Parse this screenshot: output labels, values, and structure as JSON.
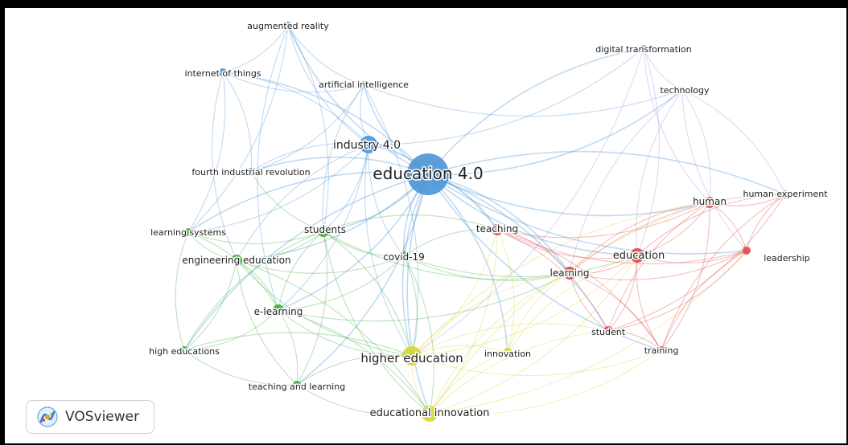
{
  "app": {
    "logo_text": "VOSviewer"
  },
  "network": {
    "nodes": [
      {
        "id": "education40",
        "label": "education 4.0",
        "cluster": "blue",
        "weight": 10
      },
      {
        "id": "industry40",
        "label": "industry 4.0",
        "cluster": "blue",
        "weight": 5
      },
      {
        "id": "ar",
        "label": "augmented reality",
        "cluster": "blue",
        "weight": 2
      },
      {
        "id": "iot",
        "label": "internet of things",
        "cluster": "blue",
        "weight": 2
      },
      {
        "id": "ai",
        "label": "artificial intelligence",
        "cluster": "blue",
        "weight": 2
      },
      {
        "id": "fir",
        "label": "fourth industrial revolution",
        "cluster": "blue",
        "weight": 2
      },
      {
        "id": "digtrans",
        "label": "digital transformation",
        "cluster": "purple",
        "weight": 1.5
      },
      {
        "id": "technology",
        "label": "technology",
        "cluster": "purple",
        "weight": 1.5
      },
      {
        "id": "students",
        "label": "students",
        "cluster": "green",
        "weight": 3
      },
      {
        "id": "lsys",
        "label": "learning systems",
        "cluster": "green",
        "weight": 2
      },
      {
        "id": "engedu",
        "label": "engineering education",
        "cluster": "green",
        "weight": 3
      },
      {
        "id": "covid",
        "label": "covid-19",
        "cluster": "green",
        "weight": 2.5
      },
      {
        "id": "elearning",
        "label": "e-learning",
        "cluster": "green",
        "weight": 3
      },
      {
        "id": "higheds",
        "label": "high educations",
        "cluster": "green",
        "weight": 2
      },
      {
        "id": "tandl",
        "label": "teaching and learning",
        "cluster": "green",
        "weight": 2
      },
      {
        "id": "higher",
        "label": "higher education",
        "cluster": "yellow",
        "weight": 5
      },
      {
        "id": "innovation",
        "label": "innovation",
        "cluster": "yellow",
        "weight": 2.5
      },
      {
        "id": "eduinno",
        "label": "educational innovation",
        "cluster": "yellow",
        "weight": 4
      },
      {
        "id": "teaching",
        "label": "teaching",
        "cluster": "red",
        "weight": 3
      },
      {
        "id": "education",
        "label": "education",
        "cluster": "red",
        "weight": 4
      },
      {
        "id": "learning",
        "label": "learning",
        "cluster": "red",
        "weight": 3.5
      },
      {
        "id": "human",
        "label": "human",
        "cluster": "red",
        "weight": 3
      },
      {
        "id": "humanexp",
        "label": "human experiment",
        "cluster": "red",
        "weight": 2
      },
      {
        "id": "leadership",
        "label": "leadership",
        "cluster": "red",
        "weight": 2
      },
      {
        "id": "student",
        "label": "student",
        "cluster": "red",
        "weight": 2.5
      },
      {
        "id": "training",
        "label": "training",
        "cluster": "red",
        "weight": 2
      }
    ],
    "links": [
      [
        "education40",
        "industry40"
      ],
      [
        "education40",
        "ar"
      ],
      [
        "education40",
        "iot"
      ],
      [
        "education40",
        "ai"
      ],
      [
        "education40",
        "fir"
      ],
      [
        "education40",
        "digtrans"
      ],
      [
        "education40",
        "technology"
      ],
      [
        "education40",
        "students"
      ],
      [
        "education40",
        "lsys"
      ],
      [
        "education40",
        "engedu"
      ],
      [
        "education40",
        "covid"
      ],
      [
        "education40",
        "elearning"
      ],
      [
        "education40",
        "higheds"
      ],
      [
        "education40",
        "tandl"
      ],
      [
        "education40",
        "higher"
      ],
      [
        "education40",
        "innovation"
      ],
      [
        "education40",
        "eduinno"
      ],
      [
        "education40",
        "teaching"
      ],
      [
        "education40",
        "education"
      ],
      [
        "education40",
        "learning"
      ],
      [
        "education40",
        "human"
      ],
      [
        "education40",
        "humanexp"
      ],
      [
        "education40",
        "leadership"
      ],
      [
        "education40",
        "student"
      ],
      [
        "education40",
        "training"
      ],
      [
        "industry40",
        "ar"
      ],
      [
        "industry40",
        "iot"
      ],
      [
        "industry40",
        "ai"
      ],
      [
        "industry40",
        "fir"
      ],
      [
        "industry40",
        "students"
      ],
      [
        "industry40",
        "engedu"
      ],
      [
        "industry40",
        "elearning"
      ],
      [
        "industry40",
        "higher"
      ],
      [
        "industry40",
        "lsys"
      ],
      [
        "industry40",
        "covid"
      ],
      [
        "industry40",
        "teaching"
      ],
      [
        "industry40",
        "digtrans"
      ],
      [
        "ar",
        "iot"
      ],
      [
        "ar",
        "ai"
      ],
      [
        "ar",
        "students"
      ],
      [
        "ar",
        "elearning"
      ],
      [
        "ar",
        "lsys"
      ],
      [
        "iot",
        "ai"
      ],
      [
        "iot",
        "fir"
      ],
      [
        "iot",
        "engedu"
      ],
      [
        "iot",
        "lsys"
      ],
      [
        "ai",
        "technology"
      ],
      [
        "ai",
        "higher"
      ],
      [
        "ai",
        "students"
      ],
      [
        "ai",
        "fir"
      ],
      [
        "digtrans",
        "technology"
      ],
      [
        "digtrans",
        "education"
      ],
      [
        "digtrans",
        "human"
      ],
      [
        "digtrans",
        "higher"
      ],
      [
        "technology",
        "education"
      ],
      [
        "technology",
        "human"
      ],
      [
        "technology",
        "learning"
      ],
      [
        "technology",
        "humanexp"
      ],
      [
        "technology",
        "leadership"
      ],
      [
        "students",
        "engedu"
      ],
      [
        "students",
        "elearning"
      ],
      [
        "students",
        "lsys"
      ],
      [
        "students",
        "covid"
      ],
      [
        "students",
        "higher"
      ],
      [
        "students",
        "learning"
      ],
      [
        "students",
        "teaching"
      ],
      [
        "students",
        "higheds"
      ],
      [
        "students",
        "tandl"
      ],
      [
        "students",
        "eduinno"
      ],
      [
        "students",
        "fir"
      ],
      [
        "lsys",
        "engedu"
      ],
      [
        "lsys",
        "elearning"
      ],
      [
        "lsys",
        "higheds"
      ],
      [
        "engedu",
        "elearning"
      ],
      [
        "engedu",
        "higher"
      ],
      [
        "engedu",
        "higheds"
      ],
      [
        "engedu",
        "covid"
      ],
      [
        "engedu",
        "eduinno"
      ],
      [
        "engedu",
        "tandl"
      ],
      [
        "elearning",
        "higheds"
      ],
      [
        "elearning",
        "higher"
      ],
      [
        "elearning",
        "tandl"
      ],
      [
        "elearning",
        "covid"
      ],
      [
        "elearning",
        "eduinno"
      ],
      [
        "elearning",
        "learning"
      ],
      [
        "higheds",
        "higher"
      ],
      [
        "higheds",
        "tandl"
      ],
      [
        "tandl",
        "higher"
      ],
      [
        "tandl",
        "eduinno"
      ],
      [
        "covid",
        "higher"
      ],
      [
        "covid",
        "learning"
      ],
      [
        "covid",
        "teaching"
      ],
      [
        "covid",
        "education"
      ],
      [
        "covid",
        "eduinno"
      ],
      [
        "higher",
        "eduinno"
      ],
      [
        "higher",
        "innovation"
      ],
      [
        "higher",
        "teaching"
      ],
      [
        "higher",
        "learning"
      ],
      [
        "higher",
        "education"
      ],
      [
        "higher",
        "student"
      ],
      [
        "higher",
        "training"
      ],
      [
        "higher",
        "human"
      ],
      [
        "innovation",
        "eduinno"
      ],
      [
        "innovation",
        "learning"
      ],
      [
        "innovation",
        "teaching"
      ],
      [
        "innovation",
        "education"
      ],
      [
        "eduinno",
        "teaching"
      ],
      [
        "eduinno",
        "learning"
      ],
      [
        "eduinno",
        "education"
      ],
      [
        "eduinno",
        "student"
      ],
      [
        "eduinno",
        "training"
      ],
      [
        "eduinno",
        "human"
      ],
      [
        "eduinno",
        "leadership"
      ],
      [
        "teaching",
        "learning"
      ],
      [
        "teaching",
        "education"
      ],
      [
        "teaching",
        "student"
      ],
      [
        "teaching",
        "human"
      ],
      [
        "teaching",
        "training"
      ],
      [
        "teaching",
        "leadership"
      ],
      [
        "education",
        "learning"
      ],
      [
        "education",
        "human"
      ],
      [
        "education",
        "humanexp"
      ],
      [
        "education",
        "leadership"
      ],
      [
        "education",
        "student"
      ],
      [
        "education",
        "training"
      ],
      [
        "learning",
        "human"
      ],
      [
        "learning",
        "student"
      ],
      [
        "learning",
        "training"
      ],
      [
        "learning",
        "leadership"
      ],
      [
        "learning",
        "humanexp"
      ],
      [
        "human",
        "humanexp"
      ],
      [
        "human",
        "leadership"
      ],
      [
        "human",
        "student"
      ],
      [
        "human",
        "training"
      ],
      [
        "humanexp",
        "leadership"
      ],
      [
        "humanexp",
        "student"
      ],
      [
        "humanexp",
        "training"
      ],
      [
        "student",
        "training"
      ],
      [
        "student",
        "leadership"
      ],
      [
        "training",
        "leadership"
      ]
    ]
  },
  "colors": {
    "blue": "#4e96d6",
    "green": "#3fae3f",
    "yellow": "#d6d63a",
    "red": "#e04b4b",
    "purple": "#a98fdb"
  }
}
